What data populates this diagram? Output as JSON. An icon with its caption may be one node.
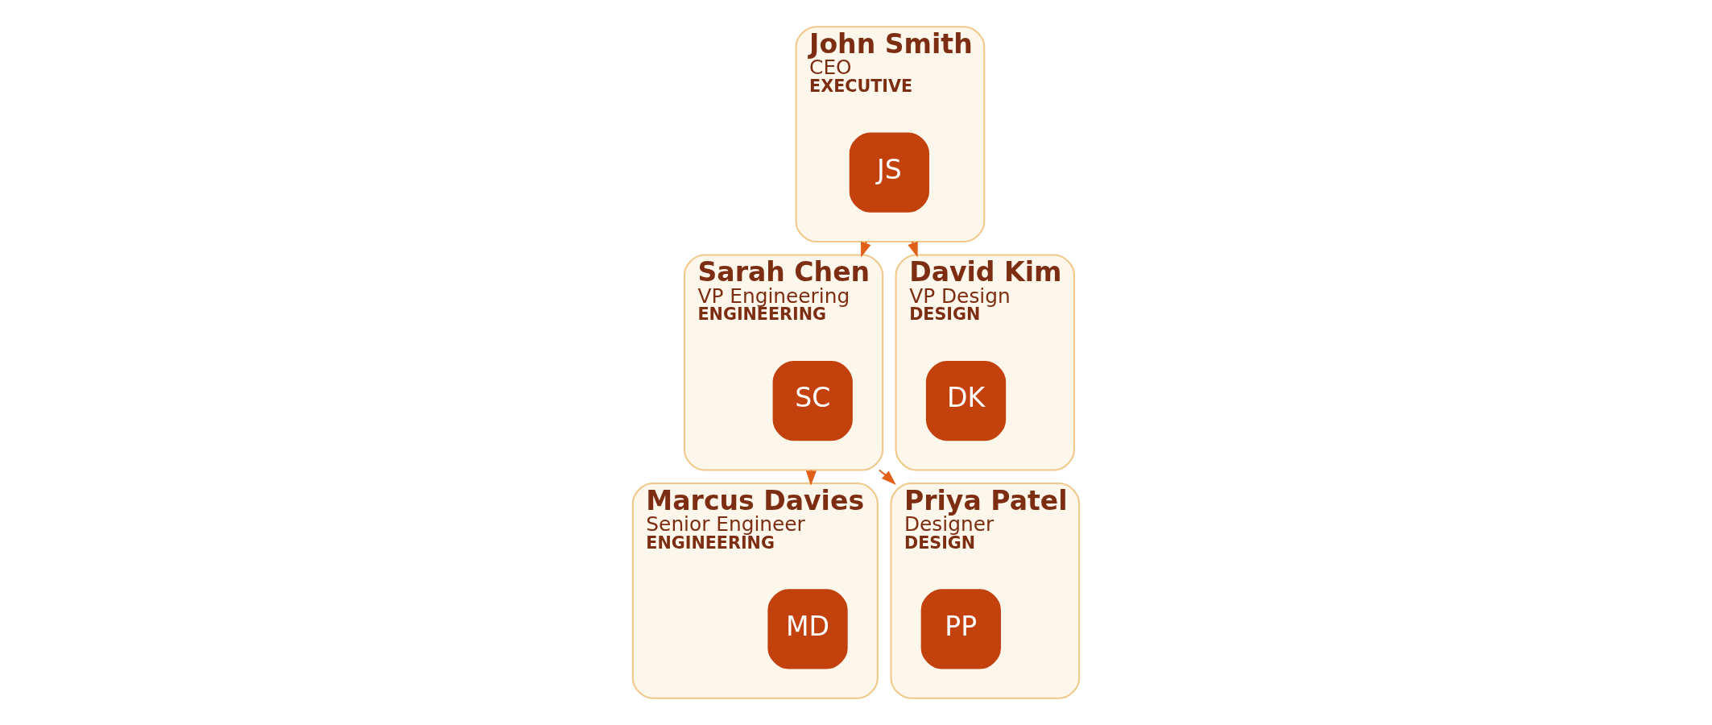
{
  "diagram": {
    "nodes": [
      {
        "text": [
          "John Smith",
          "CEO",
          "EXECUTIVE"
        ]
      },
      {
        "text": [
          "JS"
        ],
        "in": 0
      },
      {
        "text": [
          "Sarah Chen",
          "VP Engineering",
          "ENGINEERING"
        ]
      },
      {
        "text": [
          "SC"
        ],
        "in": 2
      },
      {
        "text": [
          "David Kim",
          "VP Design",
          "DESIGN"
        ]
      },
      {
        "text": [
          "DK"
        ],
        "in": 4
      },
      {
        "text": [
          "Marcus Davies",
          "Senior Engineer",
          "ENGINEERING"
        ]
      },
      {
        "text": [
          "MD"
        ],
        "in": 6
      },
      {
        "text": [
          "Priya Patel",
          "Designer",
          "DESIGN"
        ]
      },
      {
        "text": [
          "PP"
        ],
        "in": 8
      }
    ],
    "edges": [
      {
        "from": 0,
        "to": 2,
        "arrow": "to"
      },
      {
        "from": 0,
        "to": 4,
        "arrow": "to"
      },
      {
        "from": 2,
        "to": 6,
        "arrow": "to"
      },
      {
        "from": 2,
        "to": 8,
        "arrow": "to"
      }
    ]
  }
}
